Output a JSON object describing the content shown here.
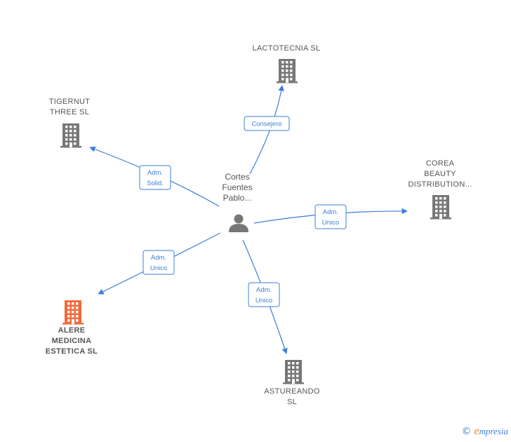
{
  "colors": {
    "edge": "#3b7fd9",
    "company": "#777777",
    "company_highlight": "#f26a3a",
    "person": "#777777"
  },
  "center": {
    "label_lines": [
      "Cortes",
      "Fuentes",
      "Pablo..."
    ],
    "icon": "person-icon"
  },
  "nodes": [
    {
      "id": "lactotecnia",
      "label_lines": [
        "LACTOTECNIA SL"
      ],
      "icon": "building-icon",
      "highlight": false
    },
    {
      "id": "tigernut",
      "label_lines": [
        "TIGERNUT",
        "THREE  SL"
      ],
      "icon": "building-icon",
      "highlight": false
    },
    {
      "id": "corea",
      "label_lines": [
        "COREA",
        "BEAUTY",
        "DISTRIBUTION..."
      ],
      "icon": "building-icon",
      "highlight": false
    },
    {
      "id": "alere",
      "label_lines": [
        "ALERE",
        "MEDICINA",
        "ESTETICA  SL"
      ],
      "icon": "building-icon",
      "highlight": true
    },
    {
      "id": "astureando",
      "label_lines": [
        "ASTUREANDO",
        "SL"
      ],
      "icon": "building-icon",
      "highlight": false
    }
  ],
  "edges": [
    {
      "to": "lactotecnia",
      "label_lines": [
        "Consejero"
      ]
    },
    {
      "to": "tigernut",
      "label_lines": [
        "Adm.",
        "Solid."
      ]
    },
    {
      "to": "corea",
      "label_lines": [
        "Adm.",
        "Unico"
      ]
    },
    {
      "to": "alere",
      "label_lines": [
        "Adm.",
        "Unico"
      ]
    },
    {
      "to": "astureando",
      "label_lines": [
        "Adm.",
        "Unico"
      ]
    }
  ],
  "footer": {
    "copyright_symbol": "©",
    "brand_initial": "e",
    "brand_rest": "mpresia"
  }
}
